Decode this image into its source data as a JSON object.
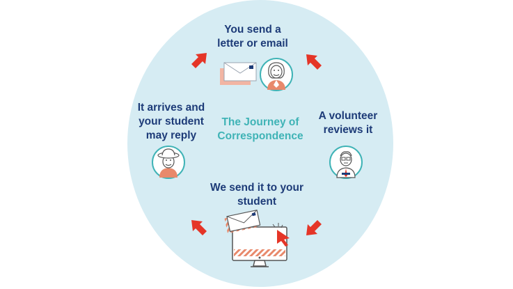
{
  "diagram": {
    "center_title": "The Journey of\nCorrespondence",
    "steps": [
      {
        "label": "You send a\nletter or email",
        "icon": "woman-avatar-icon"
      },
      {
        "label": "A volunteer\nreviews it",
        "icon": "volunteer-avatar-icon"
      },
      {
        "label": "We send it to your\nstudent",
        "icon": "computer-monitor-icon"
      },
      {
        "label": "It arrives and\nyour student\nmay reply",
        "icon": "student-avatar-icon"
      }
    ],
    "colors": {
      "circle_fill": "#d6ecf3",
      "label_text": "#1d3b78",
      "center_text": "#3fb3b6",
      "arrow": "#e53527",
      "accent": "#e8896b"
    }
  }
}
